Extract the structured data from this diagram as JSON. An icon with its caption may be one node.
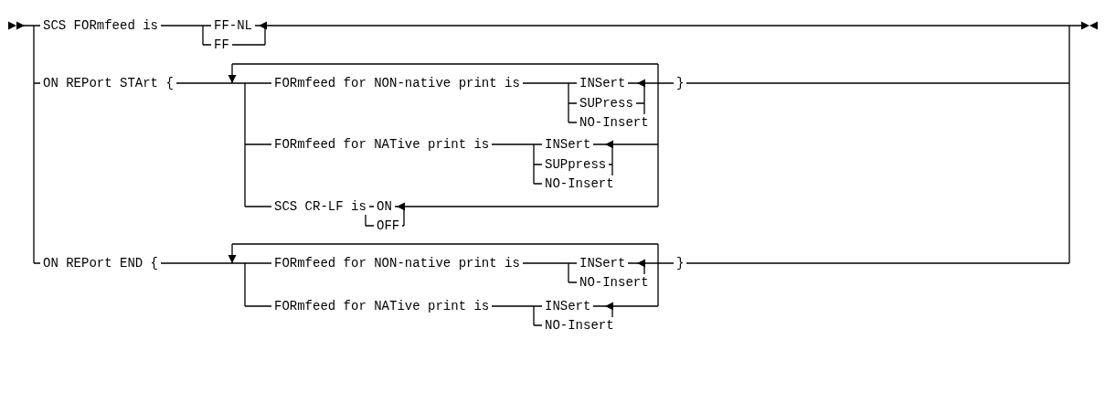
{
  "diagram": {
    "labels": [
      "SCS FORmfeed is",
      "FF-NL",
      "FF",
      "ON REPort STArt {",
      "FORmfeed for NON-native print is",
      "INSert",
      "SUPress",
      "NO-Insert",
      "}",
      "FORmfeed for NATive print is",
      "INSert",
      "SUPpress",
      "NO-Insert",
      "SCS CR-LF is",
      "ON",
      "OFF",
      "ON REPort END {",
      "FORmfeed for NON-native print is",
      "INSert",
      "}",
      "NO-Insert",
      "FORmfeed for NATive print is",
      "INSert",
      "NO-Insert"
    ]
  }
}
